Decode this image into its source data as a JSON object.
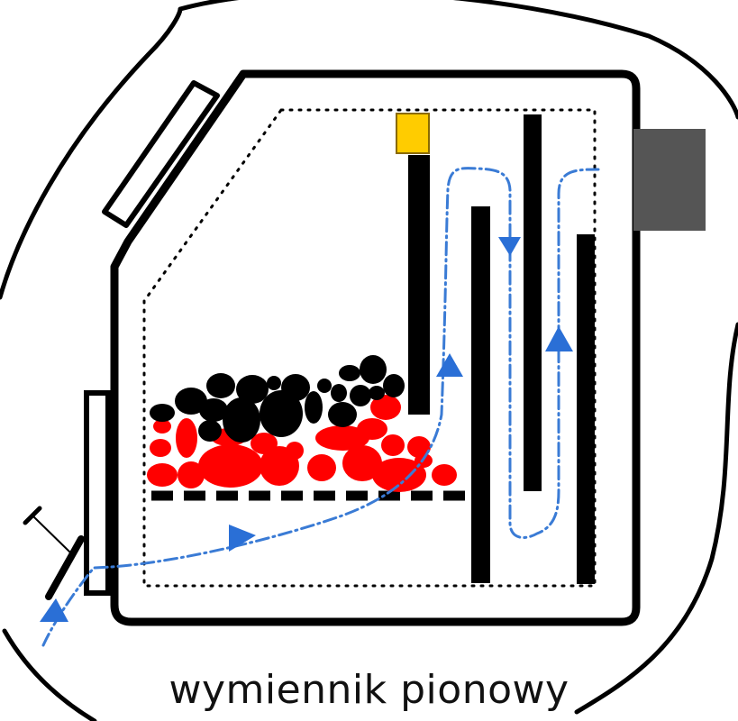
{
  "caption": "wymiennik pionowy",
  "colors": {
    "outline": "#000000",
    "flow": "#3a7bd5",
    "ember": "#ff0000",
    "coal": "#000000",
    "sensor": "#ffcc00",
    "flue": "#555555"
  },
  "icons": {
    "sensor": "sensor-square",
    "flue": "chimney-connector",
    "flow_arrow": "triangle-arrow"
  }
}
